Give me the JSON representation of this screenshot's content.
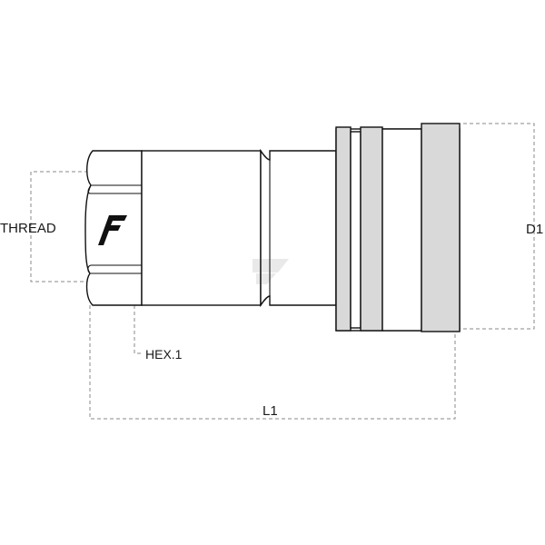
{
  "labels": {
    "thread": "THREAD",
    "hex": "HEX.1",
    "length": "L1",
    "diameter": "D1"
  },
  "logo": {
    "letter": "F"
  },
  "colors": {
    "outline": "#111111",
    "band_fill": "#d9d9d9",
    "dimension_line": "#8a8a8a",
    "logo": "#111111"
  }
}
